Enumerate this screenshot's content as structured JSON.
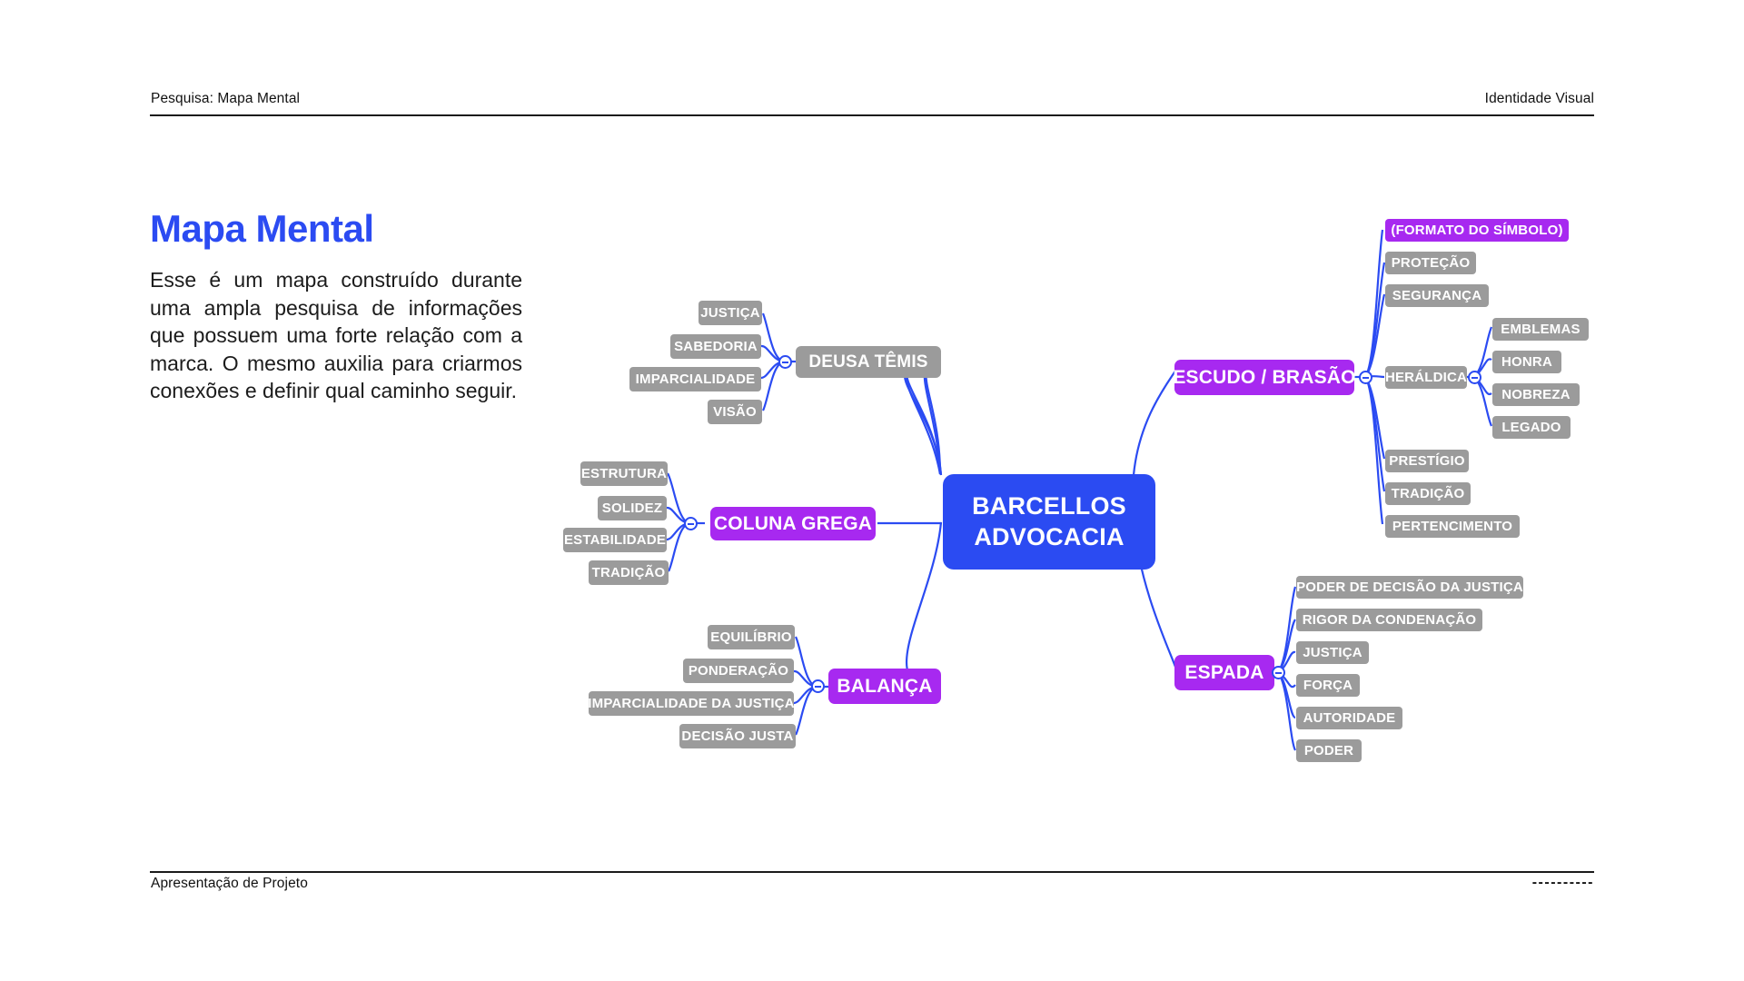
{
  "header": {
    "left": "Pesquisa: Mapa Mental",
    "right": "Identidade Visual"
  },
  "footer": {
    "left": "Apresentação de Projeto",
    "right": "----------"
  },
  "intro": {
    "title": "Mapa Mental",
    "description": "Esse é um mapa construído durante uma ampla pesquisa de informações que possuem uma forte relação com a marca. O mesmo auxilia para criarmos conexões e definir qual caminho seguir."
  },
  "colors": {
    "accent_blue": "#2b4bf2",
    "category_purple": "#a729f0",
    "leaf_gray": "#9b9b9b",
    "text_dark": "#1c1c1c"
  },
  "mindmap": {
    "center": {
      "line1": "BARCELLOS",
      "line2": "ADVOCACIA"
    },
    "branches": [
      {
        "id": "deusa-temis",
        "label": "DEUSA TÊMIS",
        "style": "gray",
        "children": [
          "JUSTIÇA",
          "SABEDORIA",
          "IMPARCIALIDADE",
          "VISÃO"
        ]
      },
      {
        "id": "coluna-grega",
        "label": "COLUNA GREGA",
        "style": "purple",
        "children": [
          "ESTRUTURA",
          "SOLIDEZ",
          "ESTABILIDADE",
          "TRADIÇÃO"
        ]
      },
      {
        "id": "balanca",
        "label": "BALANÇA",
        "style": "purple",
        "children": [
          "EQUILÍBRIO",
          "PONDERAÇÃO",
          "IMPARCIALIDADE DA JUSTIÇA",
          "DECISÃO JUSTA"
        ]
      },
      {
        "id": "escudo-brasao",
        "label": "ESCUDO / BRASÃO",
        "style": "purple",
        "children": [
          "(FORMATO DO SÍMBOLO)",
          "PROTEÇÃO",
          "SEGURANÇA",
          "HERÁLDICA",
          "PRESTÍGIO",
          "TRADIÇÃO",
          "PERTENCIMENTO"
        ],
        "grandchildren": {
          "parent": "HERÁLDICA",
          "items": [
            "EMBLEMAS",
            "HONRA",
            "NOBREZA",
            "LEGADO"
          ]
        }
      },
      {
        "id": "espada",
        "label": "ESPADA",
        "style": "purple",
        "children": [
          "PODER DE DECISÃO DA JUSTIÇA",
          "RIGOR DA CONDENAÇÃO",
          "JUSTIÇA",
          "FORÇA",
          "AUTORIDADE",
          "PODER"
        ]
      }
    ]
  }
}
